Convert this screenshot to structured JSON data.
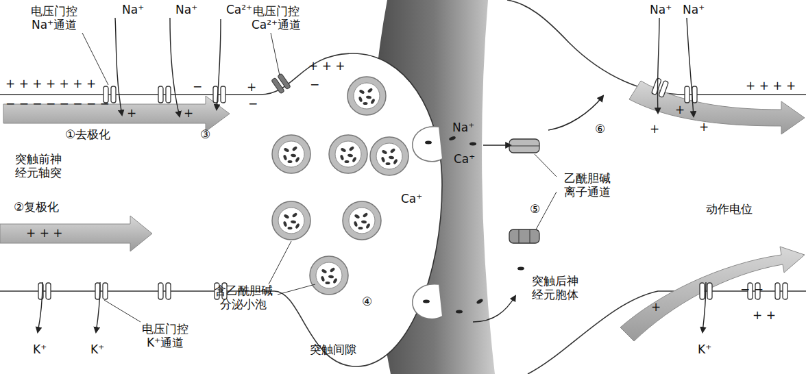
{
  "diagram": {
    "labels": [
      "电压门控 Na⁺通道",
      "Na⁺",
      "Na⁺",
      "Ca²⁺",
      "电压门控 Ca²⁺通道",
      "+ + + + + + +",
      "− − − − − − − −",
      "−",
      "+",
      "+",
      "③",
      "①去极化",
      "+",
      "−",
      "+ + +",
      "−",
      "突触前神经元轴突",
      "②复极化",
      "+ + +",
      "含乙酰胆碱 分泌小泡",
      "④",
      "Ca⁺",
      "Na⁺",
      "Ca⁺",
      "⑥",
      "乙酰胆碱 离子通道",
      "⑤",
      "动作电位",
      "突触后神经元胞体",
      "突触间隙",
      "K⁺",
      "K⁺",
      "电压门控 K⁺通道",
      "K⁺",
      "Na⁺",
      "Na⁺",
      "+ + + +",
      "+",
      "+",
      "+",
      "+",
      "− −",
      "+ +"
    ]
  }
}
